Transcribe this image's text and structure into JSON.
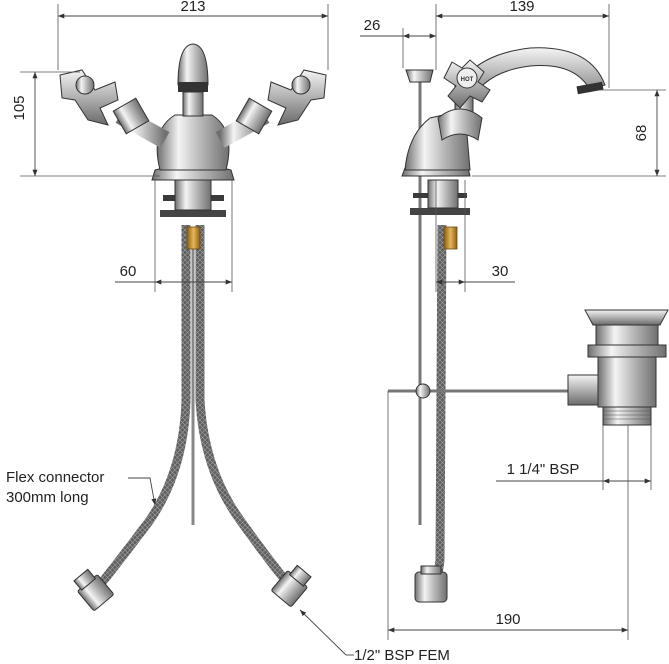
{
  "dimensions": {
    "total_width": "213",
    "height_front": "105",
    "base_width": "60",
    "side_offset": "26",
    "spout_reach": "139",
    "spout_height": "68",
    "side_base": "30",
    "waste_reach": "190",
    "waste_thread": "1 1/4\" BSP"
  },
  "annotations": {
    "flex_connector_line1": "Flex connector",
    "flex_connector_line2": "300mm long",
    "connector_fitting": "1/2\" BSP FEM"
  },
  "handle_label": "HOT",
  "colors": {
    "chrome_light": "#f2f2f2",
    "chrome_mid": "#b8b8b8",
    "chrome_dark": "#6e6e6e",
    "hose": "#6a6a6a",
    "brass": "#c8922e"
  }
}
